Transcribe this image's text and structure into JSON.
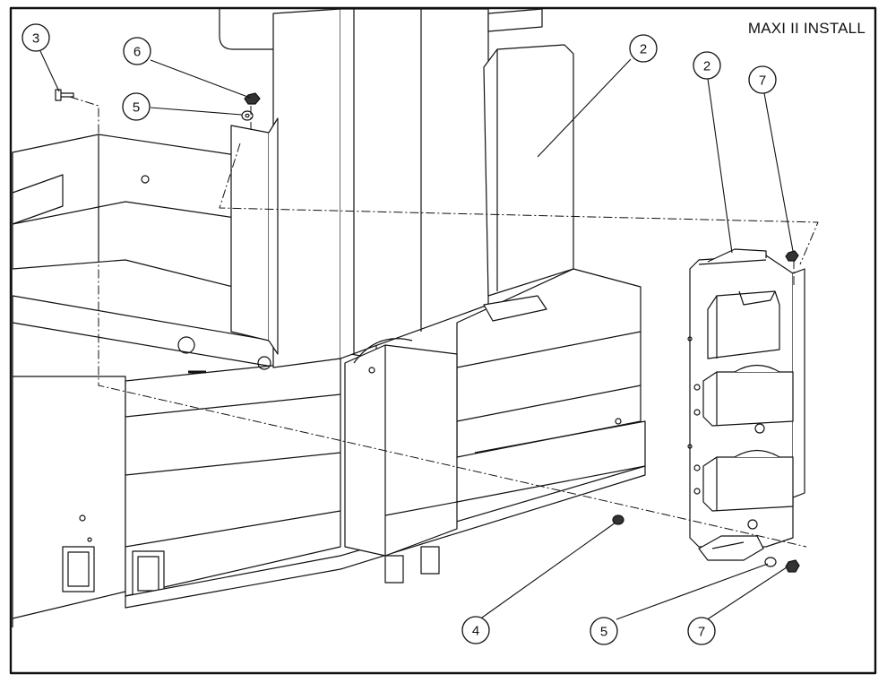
{
  "title": "MAXI II INSTALL",
  "callouts": [
    {
      "label": "3"
    },
    {
      "label": "6"
    },
    {
      "label": "5"
    },
    {
      "label": "2"
    },
    {
      "label": "2"
    },
    {
      "label": "7"
    },
    {
      "label": "4"
    },
    {
      "label": "5"
    },
    {
      "label": "7"
    }
  ]
}
